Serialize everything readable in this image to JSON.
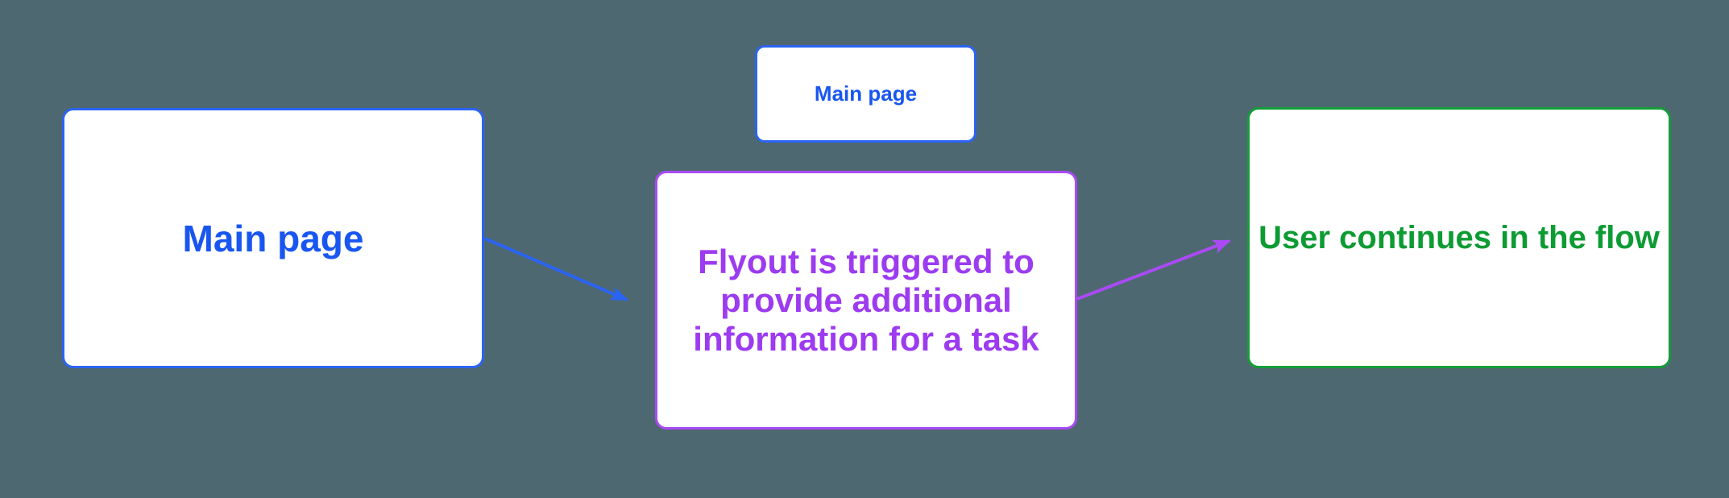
{
  "canvas": {
    "background": "#4E6871"
  },
  "nodes": {
    "main_page": {
      "label": "Main page",
      "text_color": "#1956F0",
      "border_color": "#2B64F3"
    },
    "main_page_small": {
      "label": "Main page",
      "text_color": "#1956F0",
      "border_color": "#2B64F3"
    },
    "flyout": {
      "label": "Flyout is triggered to\nprovide additional\ninformation for a task",
      "text_color": "#9C3BF0",
      "border_color": "#A94AF5"
    },
    "user_flow": {
      "label": "User continues in the flow",
      "text_color": "#0D9B33",
      "border_color": "#149D38"
    }
  },
  "connectors": {
    "main_to_flyout": {
      "from": "main_page",
      "to": "flyout",
      "color": "#2B64F3"
    },
    "flyout_to_user": {
      "from": "flyout",
      "to": "user_flow",
      "color": "#A94AF5"
    }
  }
}
